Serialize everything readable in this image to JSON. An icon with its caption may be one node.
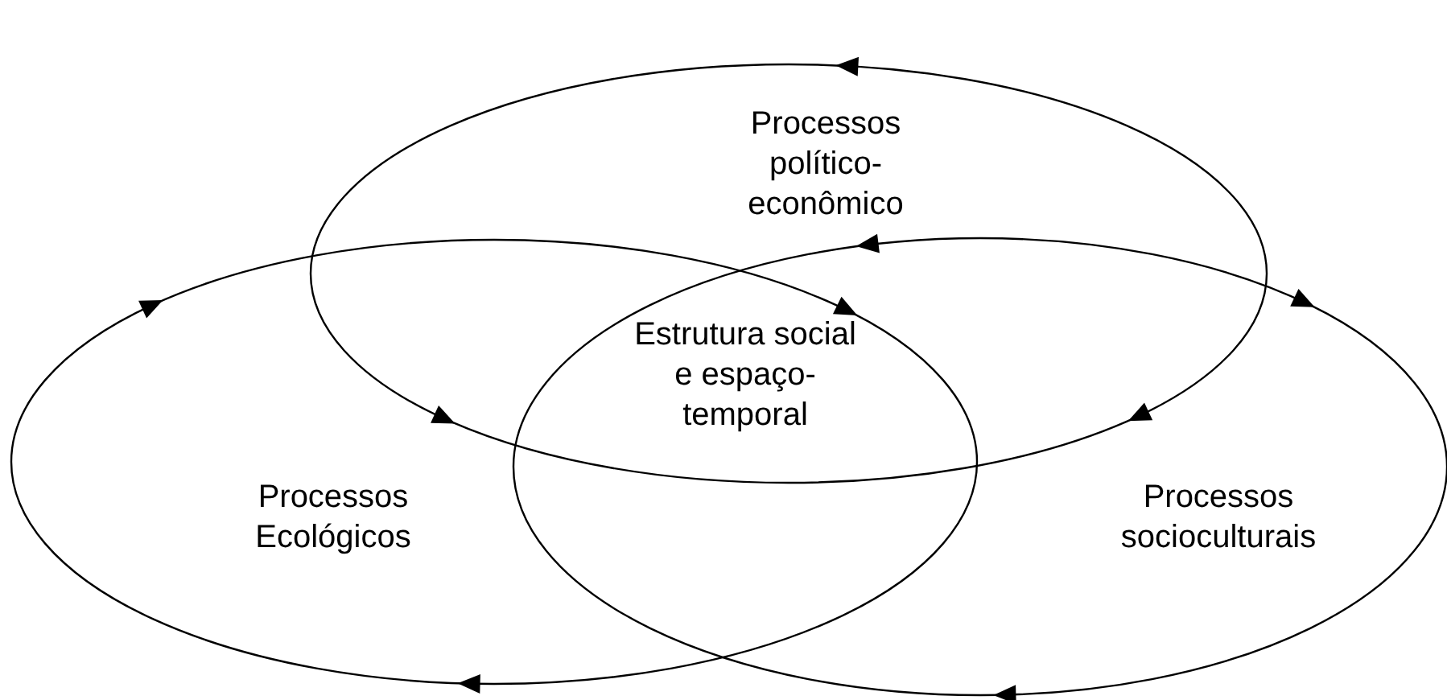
{
  "diagram": {
    "nodes": [
      {
        "text": [
          "Processos político-econômico"
        ]
      },
      {
        "text": [
          "Processos Ecológicos"
        ]
      },
      {
        "text": [
          "Processos socioculturais"
        ]
      }
    ],
    "labels": [
      "Estrutura social e espaço-temporal"
    ]
  }
}
